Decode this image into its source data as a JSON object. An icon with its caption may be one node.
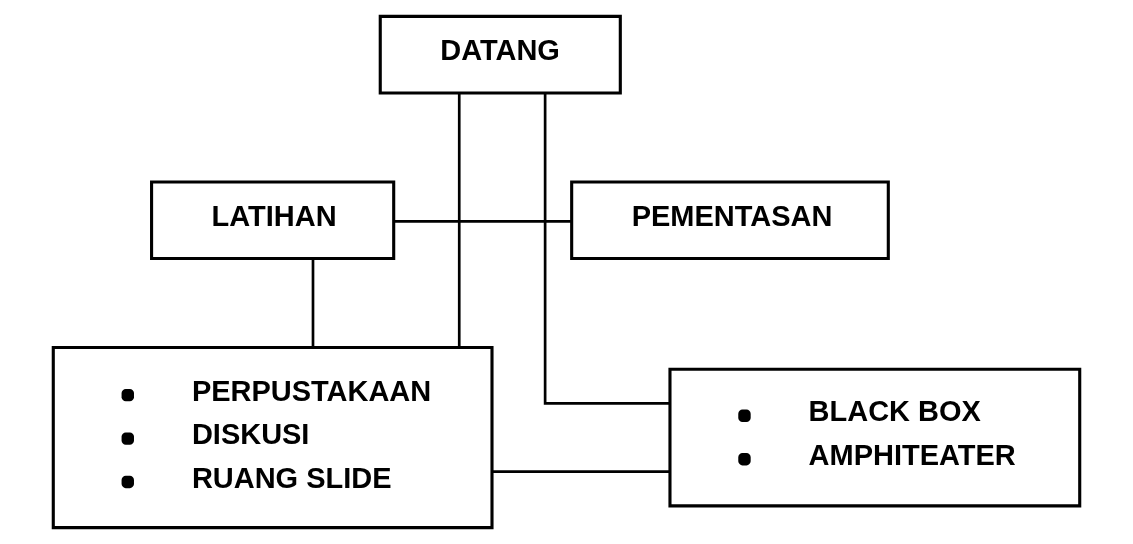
{
  "diagram": {
    "nodes": [
      {
        "text": [
          "DATANG"
        ]
      },
      {
        "text": [
          "LATIHAN"
        ]
      },
      {
        "text": [
          "PEMENTASAN"
        ]
      },
      {
        "text": [
          "PERPUSTAKAAN",
          "DISKUSI",
          "RUANG SLIDE"
        ]
      },
      {
        "text": [
          "BLACK BOX",
          "AMPHITEATER"
        ]
      }
    ],
    "edges": [
      {
        "from": 0,
        "to": 4,
        "arrow": "none"
      },
      {
        "from": 1,
        "to": 2,
        "arrow": "none"
      },
      {
        "from": 1,
        "to": 3,
        "arrow": "none"
      },
      {
        "from": 0,
        "to": 3,
        "arrow": "none"
      },
      {
        "from": 3,
        "to": 4,
        "arrow": "none"
      }
    ]
  }
}
